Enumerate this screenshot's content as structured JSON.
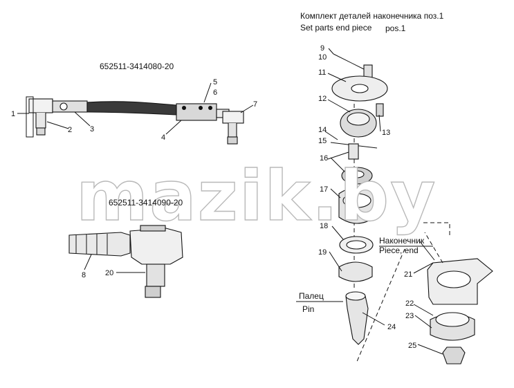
{
  "header": {
    "title_ru": "Комплект деталей наконечника поз.1",
    "title_en": "Set parts end piece",
    "title_en_pos": "pos.1"
  },
  "assemblies": {
    "upper": "652511-3414080-20",
    "lower": "652511-3414090-20"
  },
  "callouts": {
    "nakonechnik": "Наконечник",
    "piece_end": "Piece, end",
    "palets": "Палец",
    "pin": "Pin"
  },
  "watermark": "mazik.by",
  "part_numbers": {
    "p1": "1",
    "p2": "2",
    "p3": "3",
    "p4": "4",
    "p5": "5",
    "p6": "6",
    "p7": "7",
    "p8": "8",
    "p9": "9",
    "p10": "10",
    "p11": "11",
    "p12": "12",
    "p13": "13",
    "p14": "14",
    "p15": "15",
    "p16": "16",
    "p17": "17",
    "p18": "18",
    "p19": "19",
    "p20": "20",
    "p21": "21",
    "p22": "22",
    "p23": "23",
    "p24": "24",
    "p25": "25"
  }
}
